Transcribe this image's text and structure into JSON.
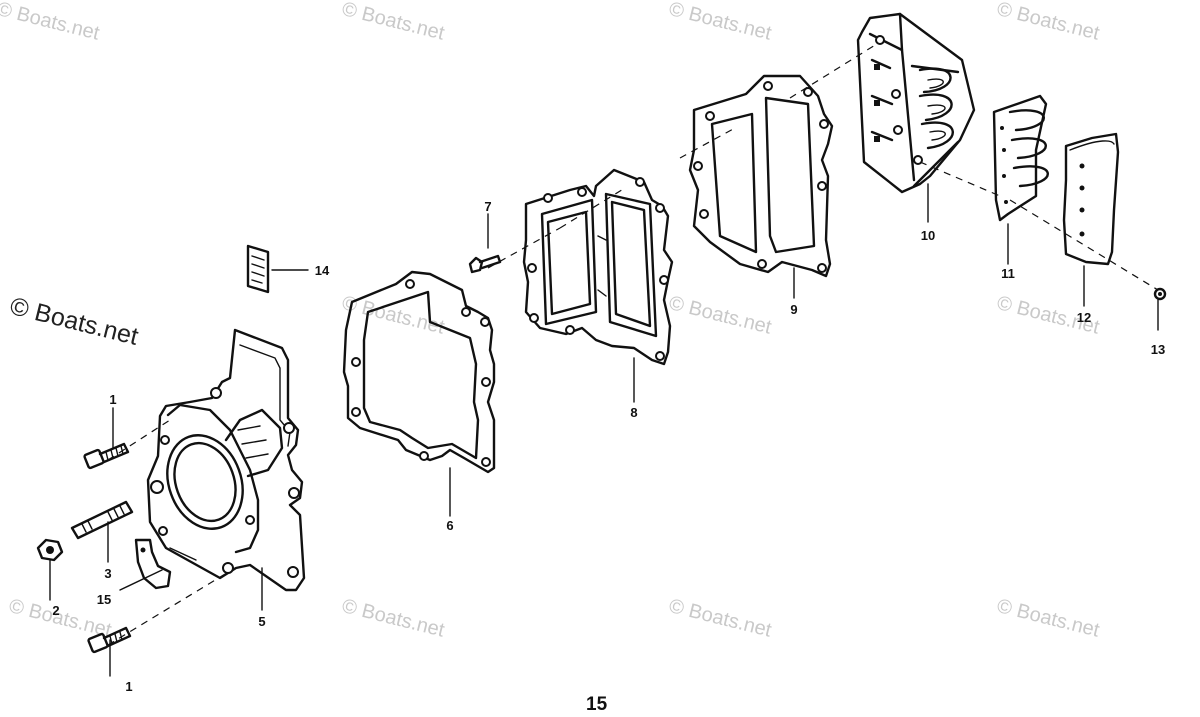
{
  "watermark": {
    "text": "© Boats.net",
    "big_text": "© Boats.net"
  },
  "page_number": "15",
  "callouts": [
    {
      "id": "1a",
      "label": "1"
    },
    {
      "id": "1b",
      "label": "1"
    },
    {
      "id": "2",
      "label": "2"
    },
    {
      "id": "3",
      "label": "3"
    },
    {
      "id": "5",
      "label": "5"
    },
    {
      "id": "6",
      "label": "6"
    },
    {
      "id": "7",
      "label": "7"
    },
    {
      "id": "8",
      "label": "8"
    },
    {
      "id": "9",
      "label": "9"
    },
    {
      "id": "10",
      "label": "10"
    },
    {
      "id": "11",
      "label": "11"
    },
    {
      "id": "12",
      "label": "12"
    },
    {
      "id": "13",
      "label": "13"
    },
    {
      "id": "14",
      "label": "14"
    },
    {
      "id": "15",
      "label": "15"
    }
  ]
}
